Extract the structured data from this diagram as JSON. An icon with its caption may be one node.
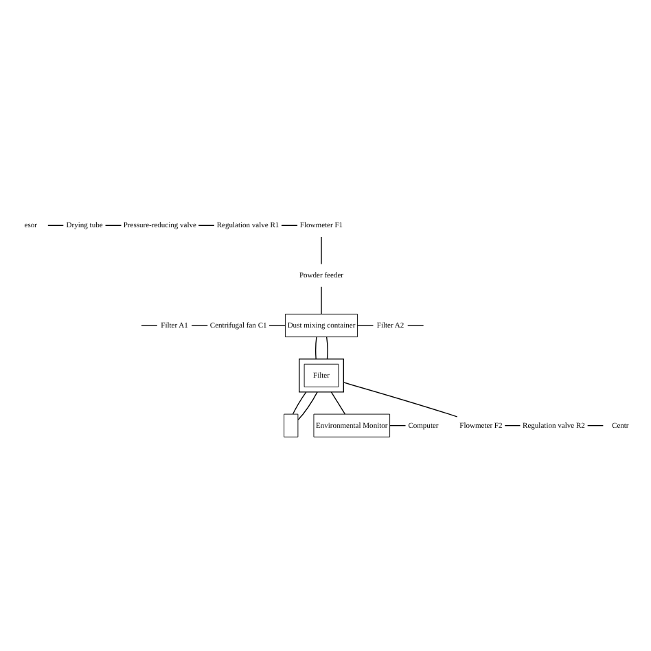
{
  "diagram": {
    "nodes": [
      {
        "text": [
          "Filter A1"
        ]
      },
      {
        "text": [
          "Centrifugal fan C1"
        ]
      },
      {
        "text": [
          "Dust mixing container"
        ]
      },
      {
        "text": [
          "Filter A2"
        ]
      },
      {
        "text": [
          "Powder feeder"
        ]
      },
      {
        "text": [
          "esor"
        ]
      },
      {
        "text": [
          "Drying tube"
        ]
      },
      {
        "text": [
          "Pressure-reducing valve"
        ]
      },
      {
        "text": [
          "Regulation valve R1"
        ]
      },
      {
        "text": [
          "Flowmeter F1"
        ]
      },
      {
        "text": [],
        "shape": "box"
      },
      {
        "text": [
          "Filter"
        ],
        "in": 10
      },
      {
        "text": [],
        "shape": "box"
      },
      {
        "text": [
          "Environmental Monitor"
        ]
      },
      {
        "text": [
          "Computer"
        ]
      },
      {
        "text": [
          "Flowmeter F2"
        ]
      },
      {
        "text": [
          "Regulation valve R2"
        ]
      },
      {
        "text": [
          "Centr"
        ]
      }
    ],
    "edges": [
      {
        "from": null,
        "to": 0,
        "arrow": "none"
      },
      {
        "from": 0,
        "to": 1,
        "arrow": "none"
      },
      {
        "from": 1,
        "to": 2,
        "arrow": "none"
      },
      {
        "from": 2,
        "to": 3,
        "arrow": "none"
      },
      {
        "from": 3,
        "to": null,
        "arrow": "none"
      },
      {
        "from": 4,
        "to": 2,
        "arrow": "none"
      },
      {
        "from": 9,
        "to": 4,
        "arrow": "none"
      },
      {
        "from": 5,
        "to": 6,
        "arrow": "none"
      },
      {
        "from": 6,
        "to": 7,
        "arrow": "none"
      },
      {
        "from": 7,
        "to": 8,
        "arrow": "none"
      },
      {
        "from": 8,
        "to": 9,
        "arrow": "none"
      },
      {
        "from": 2,
        "to": 10,
        "arrow": "none"
      },
      {
        "from": 2,
        "to": 10,
        "arrow": "none"
      },
      {
        "from": 10,
        "to": 12,
        "arrow": "none"
      },
      {
        "from": 10,
        "to": 12,
        "arrow": "none"
      },
      {
        "from": 10,
        "to": 13,
        "arrow": "none"
      },
      {
        "from": 13,
        "to": 14,
        "arrow": "none"
      },
      {
        "from": 10,
        "to": 15,
        "arrow": "none"
      },
      {
        "from": 15,
        "to": 16,
        "arrow": "none"
      },
      {
        "from": 16,
        "to": 17,
        "arrow": "none"
      }
    ]
  }
}
